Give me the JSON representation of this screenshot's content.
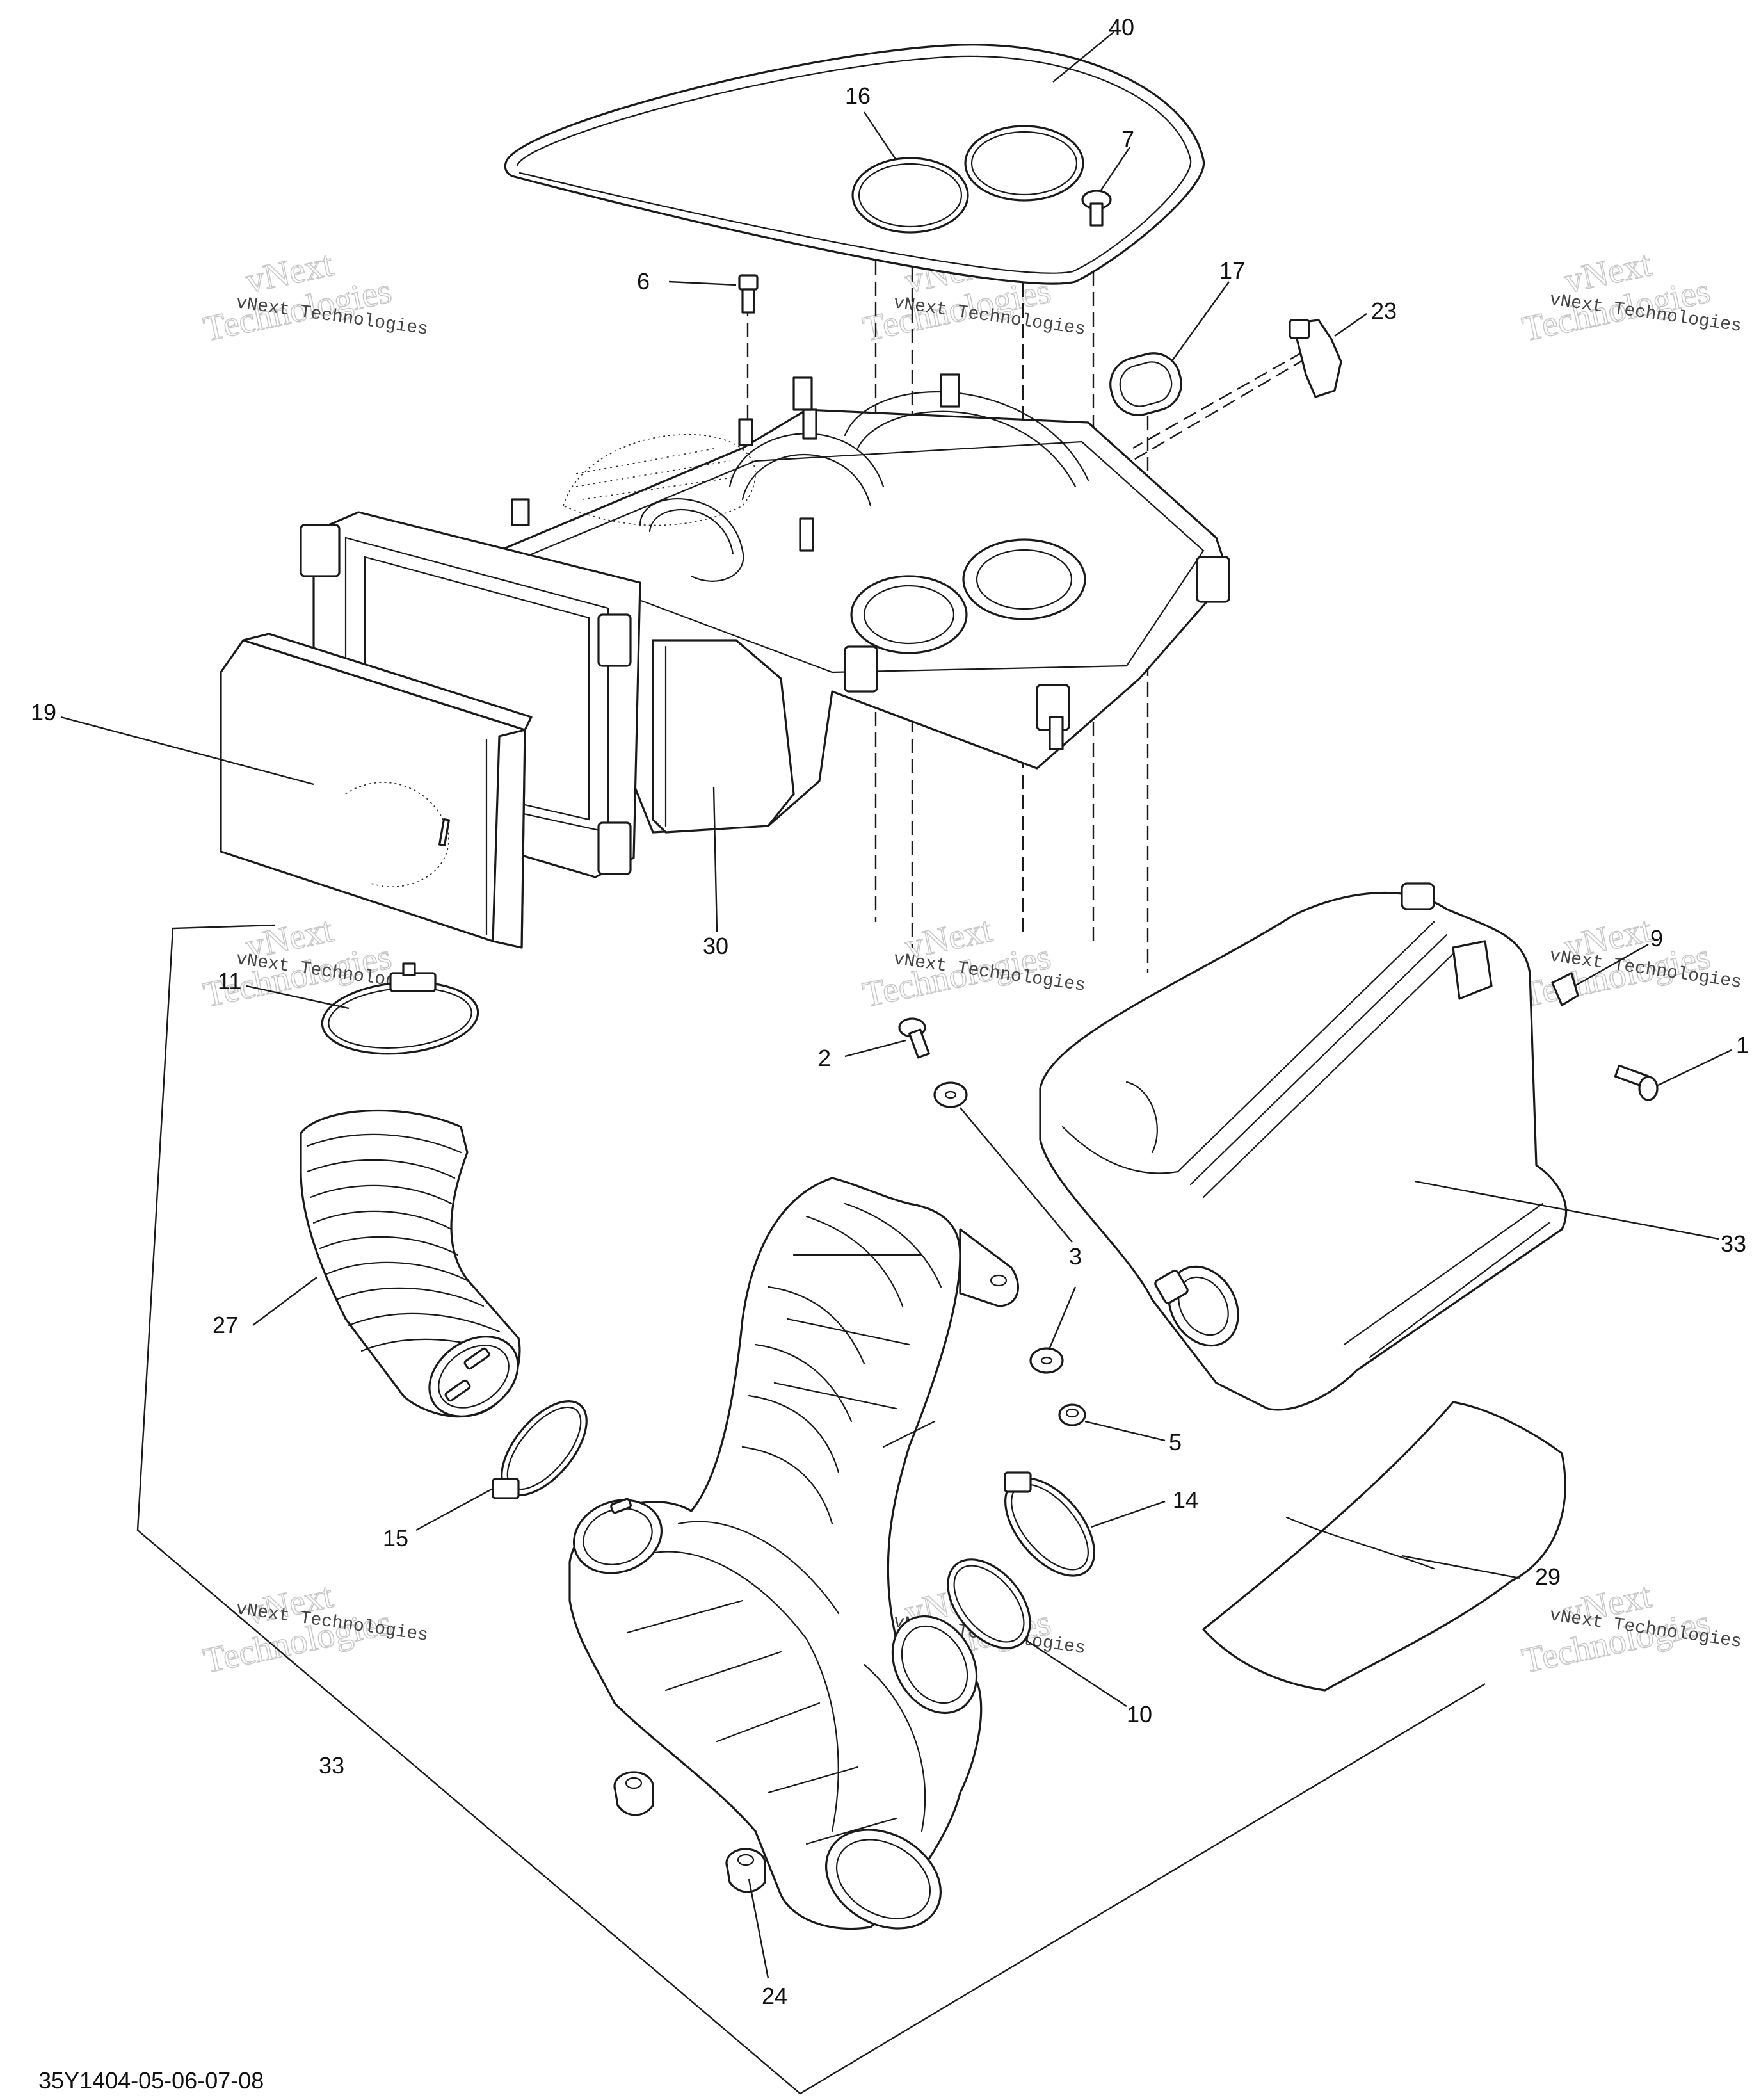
{
  "diagram": {
    "document_id": "35Y1404-05-06-07-08",
    "watermark": {
      "line1": "vNext",
      "line2": "Technologies",
      "caption": "vNext Technologies"
    },
    "callouts": {
      "c40": "40",
      "c16": "16",
      "c7": "7",
      "c6": "6",
      "c17": "17",
      "c23": "23",
      "c19": "19",
      "c30": "30",
      "c11": "11",
      "c2": "2",
      "c9": "9",
      "c1": "1",
      "c3": "3",
      "c33a": "33",
      "c27": "27",
      "c5": "5",
      "c14": "14",
      "c15": "15",
      "c29": "29",
      "c10": "10",
      "c33b": "33",
      "c24": "24"
    }
  }
}
